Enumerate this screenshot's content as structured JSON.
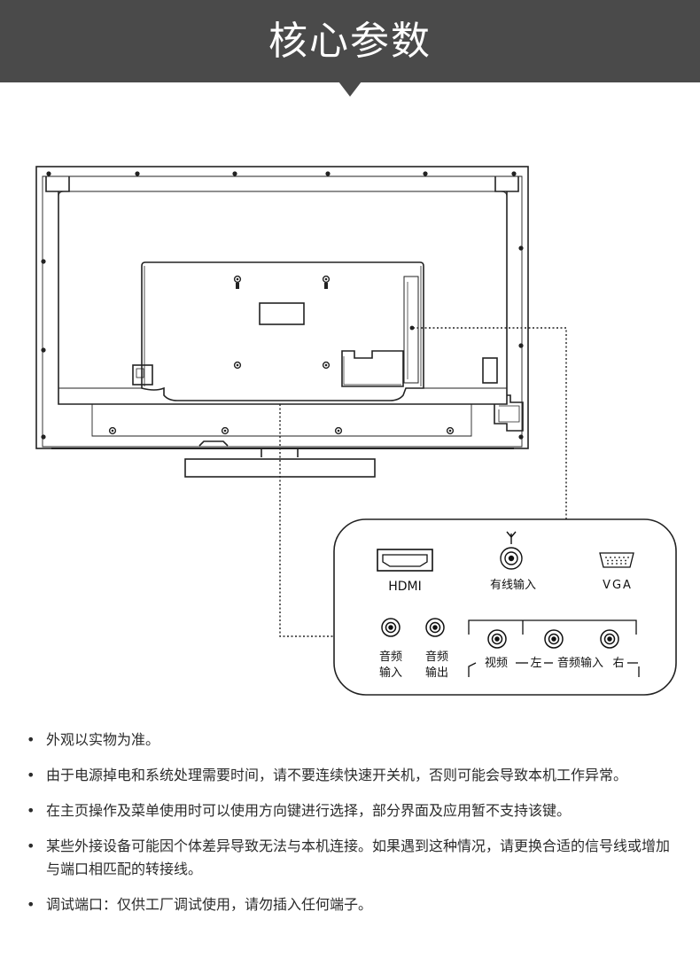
{
  "header": {
    "title": "核心参数"
  },
  "ports": {
    "hdmi": "HDMI",
    "cable_input": "有线输入",
    "vga": "VGA",
    "audio_in_1": "音频",
    "audio_in_2": "输入",
    "audio_out_1": "音频",
    "audio_out_2": "输出",
    "video": "视频",
    "left": "左",
    "audio_input": "音频输入",
    "right": "右"
  },
  "notes": [
    "外观以实物为准。",
    "由于电源掉电和系统处理需要时间，请不要连续快速开关机，否则可能会导致本机工作异常。",
    "在主页操作及菜单使用时可以使用方向键进行选择，部分界面及应用暂不支持该键。",
    "某些外接设备可能因个体差异导致无法与本机连接。如果遇到这种情况，请更换合适的信号线或增加与端口相匹配的转接线。",
    "调试端口：仅供工厂调试使用，请勿插入任何端子。"
  ],
  "bullet": "•"
}
